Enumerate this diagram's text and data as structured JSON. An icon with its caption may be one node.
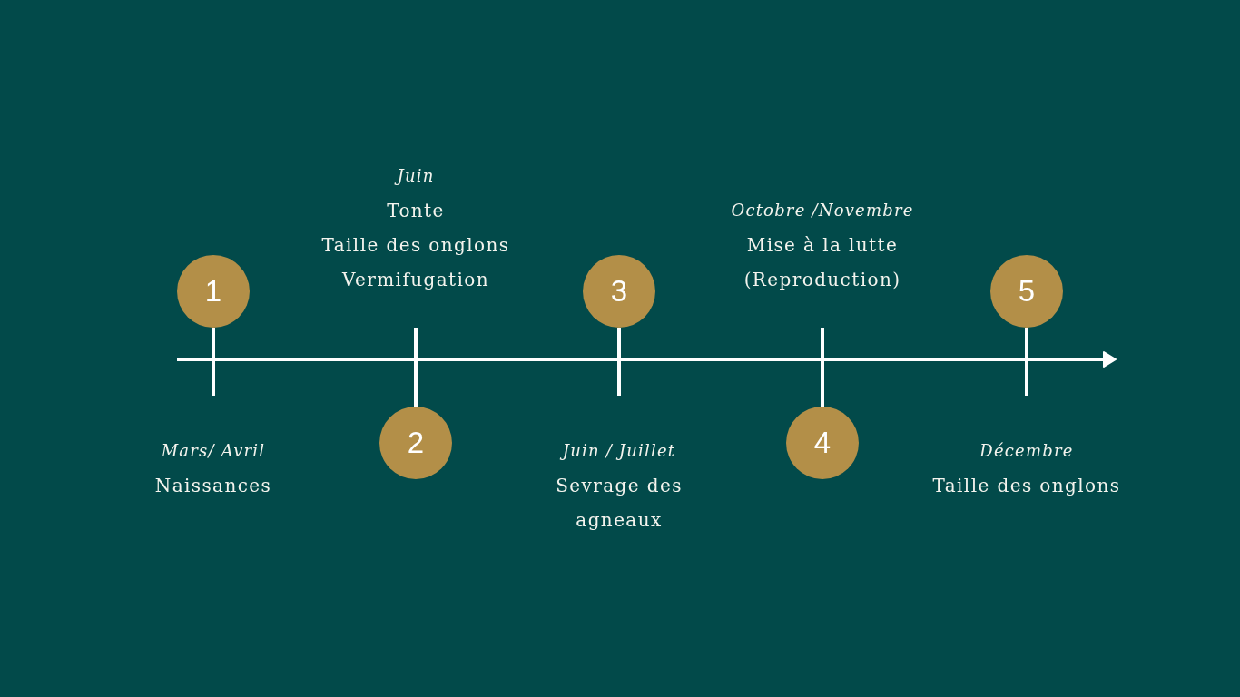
{
  "diagram": {
    "nodes": [
      {
        "text": [
          "1"
        ],
        "beside": [
          "Mars/ Avril",
          "Naissances"
        ]
      },
      {
        "text": [
          "2"
        ],
        "beside": [
          "Juin",
          "Tonte",
          "Taille des onglons",
          "Vermifugation"
        ]
      },
      {
        "text": [
          "3"
        ],
        "beside": [
          "Juin / Juillet",
          "Sevrage des agneaux"
        ]
      },
      {
        "text": [
          "4"
        ],
        "beside": [
          "Octobre /Novembre",
          "Mise à la lutte (Reproduction)"
        ]
      },
      {
        "text": [
          "5"
        ],
        "beside": [
          "Décembre",
          "Taille des onglons"
        ]
      }
    ]
  }
}
